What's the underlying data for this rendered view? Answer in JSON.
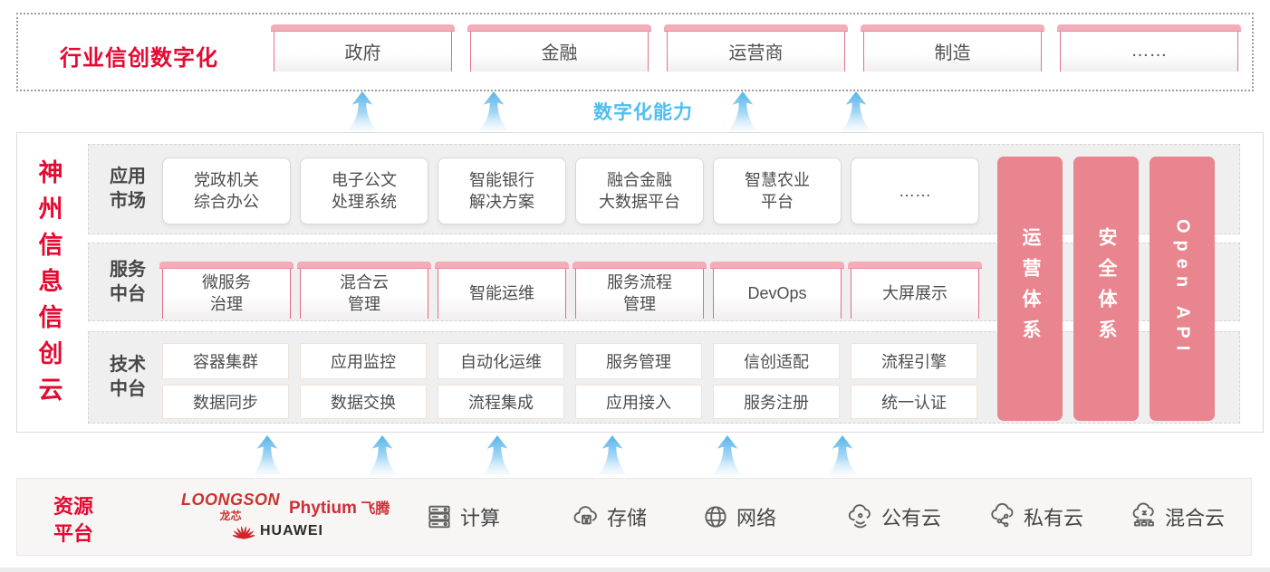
{
  "colors": {
    "accent_red": "#e50931",
    "capability_blue": "#4fbef0",
    "pillar_salmon": "#e8858e",
    "box_border_pink": "#e26b83",
    "lid_pink": "#f3adb9"
  },
  "industry": {
    "label": "行业信创数字化",
    "items": [
      "政府",
      "金融",
      "运营商",
      "制造",
      "……"
    ]
  },
  "capability_label": "数字化能力",
  "platform": {
    "title": "神州信息信创云",
    "rows": [
      {
        "label": "应用\n市场",
        "boxes": [
          "党政机关\n综合办公",
          "电子公文\n处理系统",
          "智能银行\n解决方案",
          "融合金融\n大数据平台",
          "智慧农业\n平台",
          "……"
        ]
      },
      {
        "label": "服务\n中台",
        "boxes": [
          "微服务\n治理",
          "混合云\n管理",
          "智能运维",
          "服务流程\n管理",
          "DevOps",
          "大屏展示"
        ]
      },
      {
        "label": "技术\n中台",
        "boxes_top": [
          "容器集群",
          "应用监控",
          "自动化运维",
          "服务管理",
          "信创适配",
          "流程引擎"
        ],
        "boxes_bottom": [
          "数据同步",
          "数据交换",
          "流程集成",
          "应用接入",
          "服务注册",
          "统一认证"
        ]
      }
    ],
    "pillars": [
      "运营体系",
      "安全体系",
      "Open API"
    ]
  },
  "resources": {
    "label": "资源\n平台",
    "logos": {
      "loongson_en": "LOONGSON",
      "loongson_cn": "龙芯",
      "phytium_en": "Phytium",
      "phytium_cn": "飞腾",
      "huawei": "HUAWEI"
    },
    "items": [
      {
        "icon": "compute-server-icon",
        "label": "计算"
      },
      {
        "icon": "storage-cloud-icon",
        "label": "存储"
      },
      {
        "icon": "network-globe-icon",
        "label": "网络"
      },
      {
        "icon": "public-cloud-icon",
        "label": "公有云"
      },
      {
        "icon": "private-cloud-icon",
        "label": "私有云"
      },
      {
        "icon": "hybrid-cloud-icon",
        "label": "混合云"
      }
    ]
  }
}
